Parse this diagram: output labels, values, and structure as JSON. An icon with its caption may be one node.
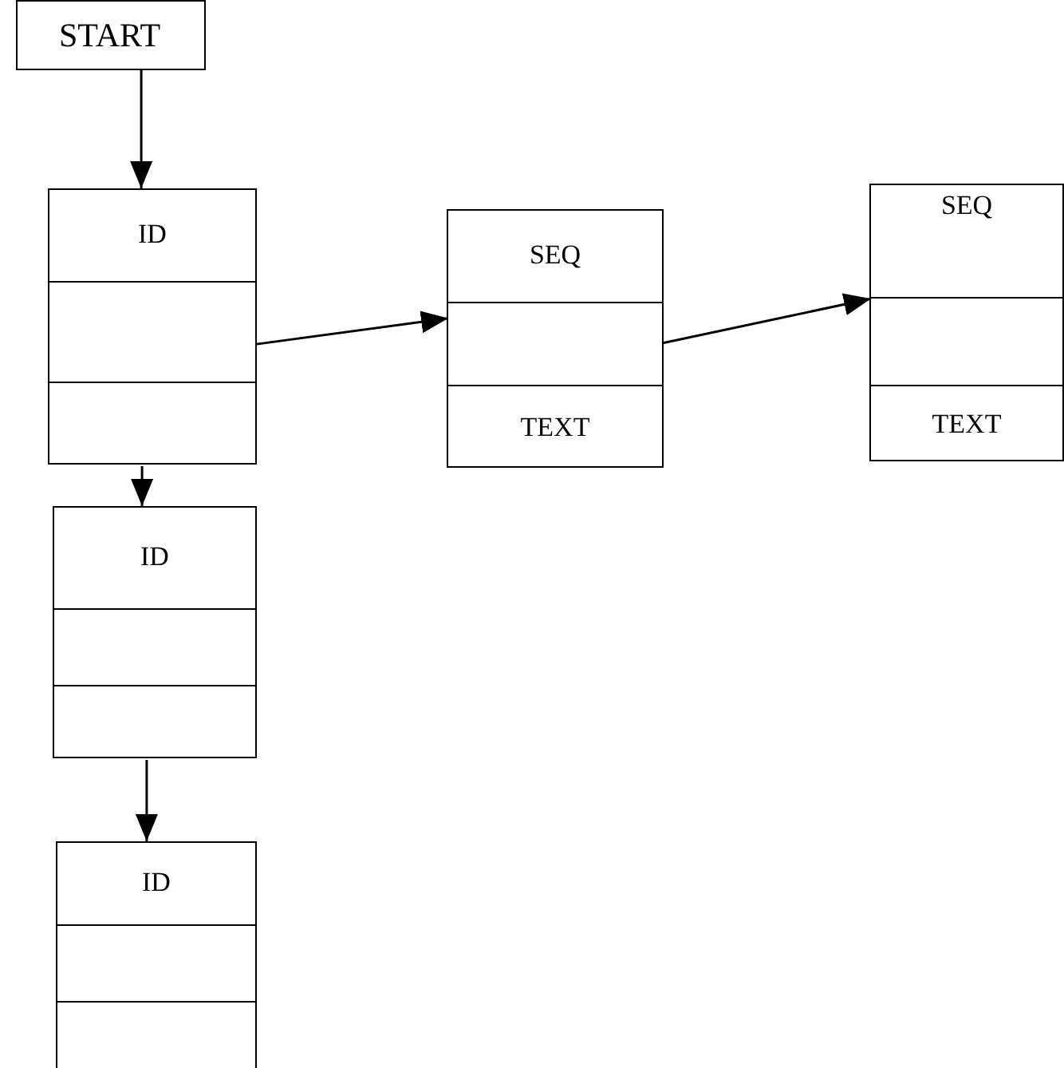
{
  "diagram": {
    "nodes": [
      {
        "text": [
          "START"
        ]
      },
      {
        "text": [],
        "shape": "box"
      },
      {
        "text": [
          "ID"
        ],
        "in": 1
      },
      {
        "text": [],
        "shape": "box",
        "in": 1
      },
      {
        "text": [],
        "shape": "box",
        "in": 1
      },
      {
        "text": [],
        "shape": "box"
      },
      {
        "text": [
          "SEQ"
        ],
        "in": 5
      },
      {
        "text": [],
        "shape": "box",
        "in": 5
      },
      {
        "text": [
          "TEXT"
        ],
        "in": 5
      },
      {
        "text": [],
        "shape": "box"
      },
      {
        "text": [
          "SEQ"
        ],
        "in": 9
      },
      {
        "text": [],
        "shape": "box",
        "in": 9
      },
      {
        "text": [
          "TEXT"
        ],
        "in": 9
      },
      {
        "text": [],
        "shape": "box"
      },
      {
        "text": [
          "ID"
        ],
        "in": 13
      },
      {
        "text": [],
        "shape": "box",
        "in": 13
      },
      {
        "text": [],
        "shape": "box",
        "in": 13
      },
      {
        "text": [],
        "shape": "box"
      },
      {
        "text": [
          "ID"
        ],
        "in": 17
      },
      {
        "text": [],
        "shape": "box",
        "in": 17
      },
      {
        "text": [],
        "shape": "box",
        "in": 17
      }
    ],
    "edges": [
      {
        "from": 0,
        "to": 1,
        "arrow": "to"
      },
      {
        "from": 3,
        "to": 7,
        "arrow": "to"
      },
      {
        "from": 7,
        "to": 11,
        "arrow": "to"
      },
      {
        "from": 4,
        "to": 13,
        "arrow": "to"
      },
      {
        "from": 16,
        "to": 17,
        "arrow": "to"
      }
    ]
  }
}
